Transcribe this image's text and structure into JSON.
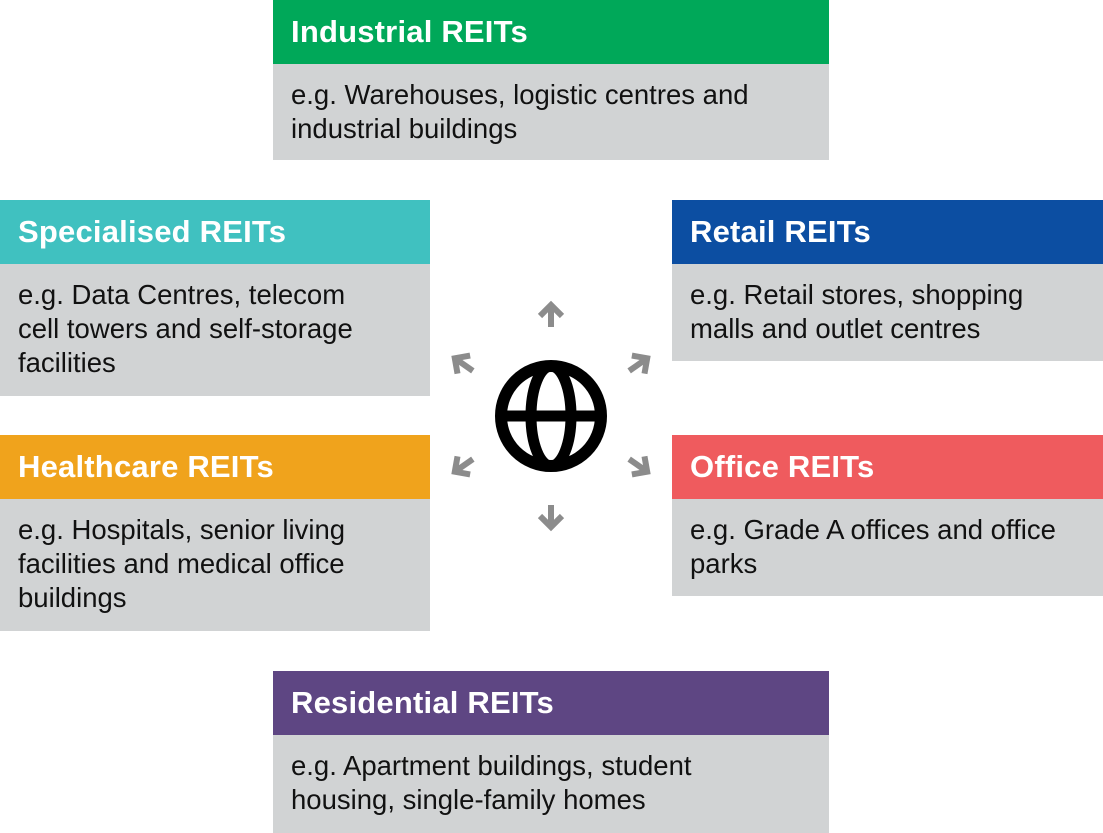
{
  "colors": {
    "industrial": "#00a859",
    "specialised": "#40c1c0",
    "retail": "#0c4ea2",
    "healthcare": "#f0a31c",
    "office": "#ef5b5e",
    "residential": "#5e4683",
    "card_body": "#d1d3d4",
    "arrow": "#8c8c8c",
    "hub_icon": "#000000"
  },
  "hub": {
    "icon": "globe-icon",
    "arrow_icon": "arrow-icon"
  },
  "cards": {
    "industrial": {
      "title": "Industrial REITs",
      "desc_lines": [
        "e.g. Warehouses, logistic centres and",
        "industrial buildings"
      ]
    },
    "specialised": {
      "title": "Specialised REITs",
      "desc_lines": [
        "e.g. Data Centres, telecom",
        "cell towers and self-storage",
        "facilities"
      ]
    },
    "retail": {
      "title": "Retail REITs",
      "desc_lines": [
        "e.g. Retail stores, shopping",
        "malls and outlet centres"
      ]
    },
    "healthcare": {
      "title": "Healthcare REITs",
      "desc_lines": [
        "e.g. Hospitals, senior living",
        "facilities and medical office",
        "buildings"
      ]
    },
    "office": {
      "title": "Office REITs",
      "desc_lines": [
        "e.g. Grade A offices and office",
        "parks"
      ]
    },
    "residential": {
      "title": "Residential REITs",
      "desc_lines": [
        "e.g. Apartment buildings, student",
        "housing, single-family homes"
      ]
    }
  }
}
